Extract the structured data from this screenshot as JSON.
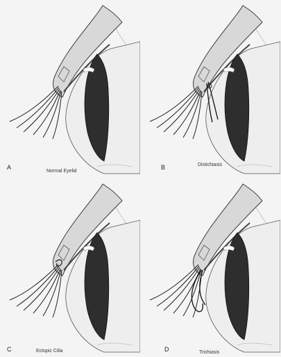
{
  "panels": [
    {
      "letter": "A",
      "caption": "Normal Eyelid",
      "variant": "normal"
    },
    {
      "letter": "B",
      "caption": "Distichiasis",
      "variant": "distichiasis"
    },
    {
      "letter": "C",
      "caption": "Ectopic Cilia",
      "variant": "ectopic"
    },
    {
      "letter": "D",
      "caption": "Trichiasis",
      "variant": "trichiasis"
    }
  ],
  "colors": {
    "background": "#f4f4f4",
    "lid_fill": "#d8d8d8",
    "lid_stroke": "#3a3a3a",
    "globe_fill": "#eeeeee",
    "cornea_fill": "#2e2e2e",
    "lash": "#1e1e1e",
    "highlight": "#ffffff"
  }
}
